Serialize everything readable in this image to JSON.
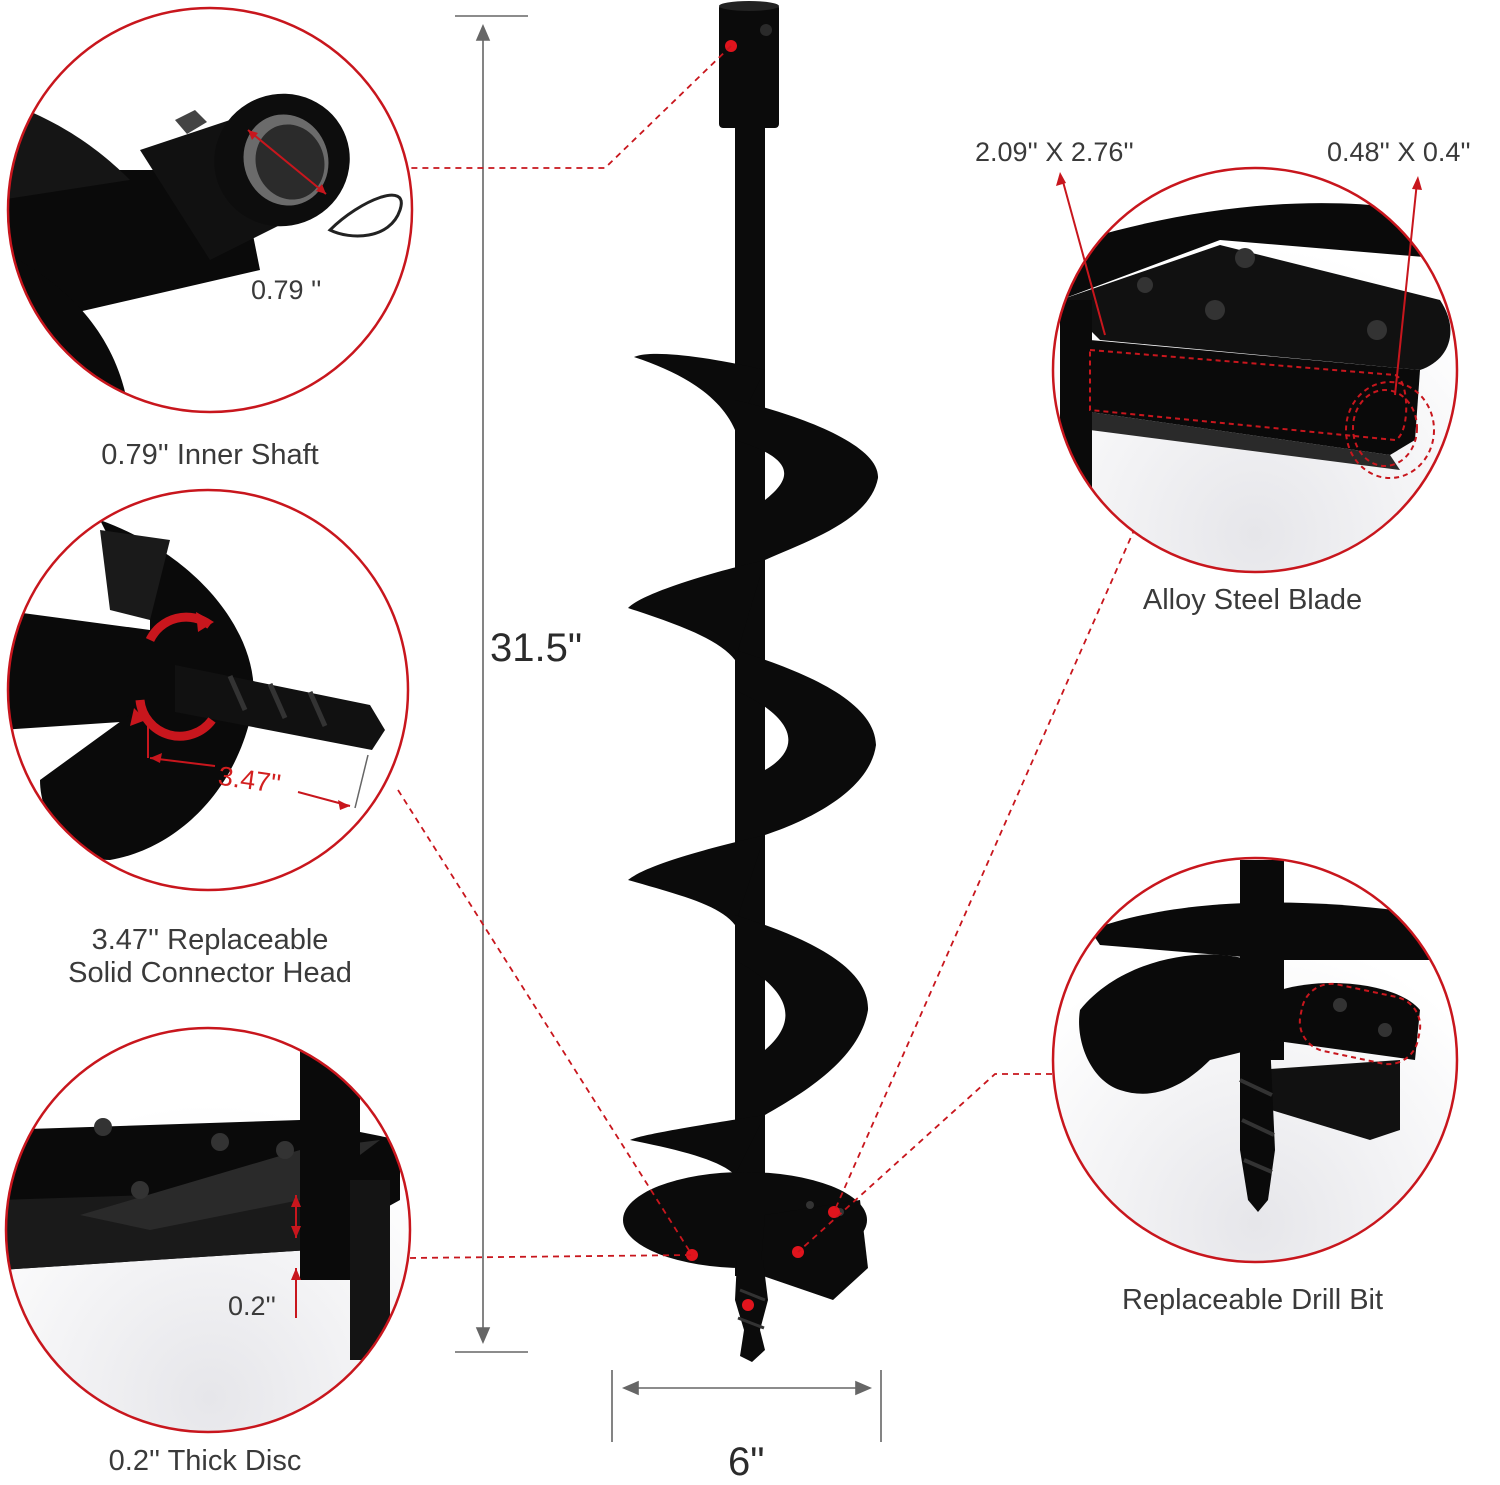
{
  "colors": {
    "accent": "#c8161d",
    "product": "#0a0a0a",
    "dim_line": "#666666"
  },
  "dimensions": {
    "height": "31.5\"",
    "width": "6\"",
    "inner_shaft": "0.79 ''",
    "connector": "3.47''",
    "disc": "0.2''",
    "blade_size": "2.09'' X 2.76''",
    "blade_tip": "0.48'' X 0.4''"
  },
  "captions": {
    "inner_shaft": "0.79'' Inner Shaft",
    "connector_line1": "3.47'' Replaceable",
    "connector_line2": "Solid Connector Head",
    "disc": "0.2'' Thick Disc",
    "blade": "Alloy Steel Blade",
    "drill_bit": "Replaceable Drill Bit"
  }
}
